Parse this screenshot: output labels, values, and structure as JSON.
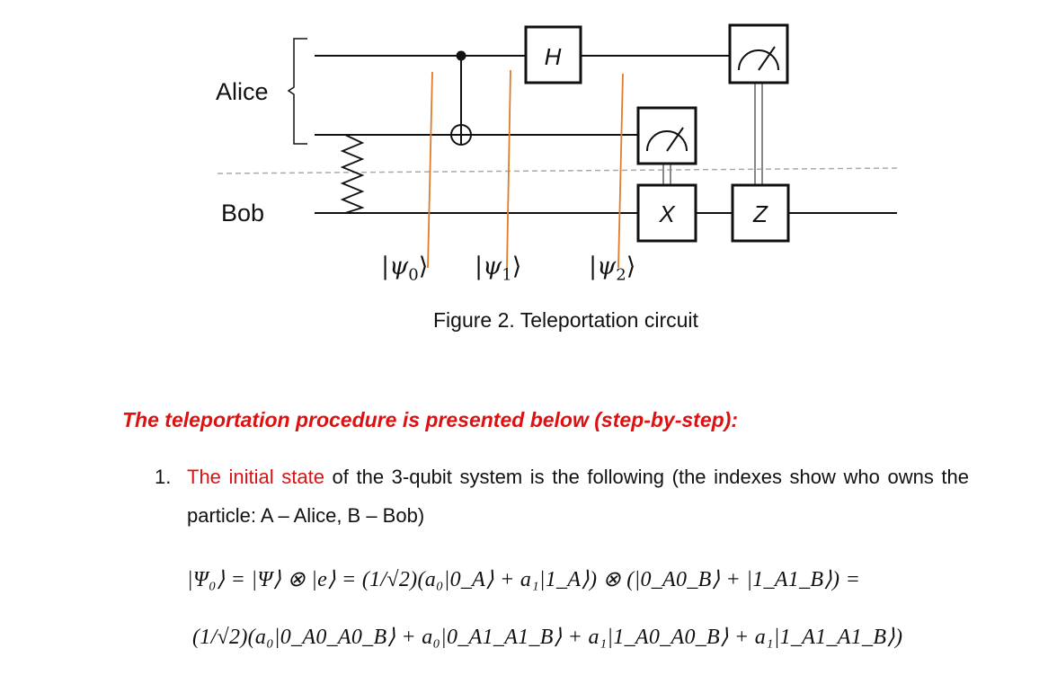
{
  "circuit": {
    "labels": {
      "alice": "Alice",
      "bob": "Bob"
    },
    "gates": {
      "h": "H",
      "x": "X",
      "z": "Z"
    },
    "states": [
      {
        "symbol": "ψ",
        "index": "0"
      },
      {
        "symbol": "ψ",
        "index": "1"
      },
      {
        "symbol": "ψ",
        "index": "2"
      }
    ],
    "colors": {
      "wire": "#111111",
      "state_marker": "#e07b2a",
      "divider": "#999999"
    }
  },
  "figure": {
    "caption": "Figure 2. Teleportation circuit"
  },
  "section": {
    "heading": "The teleportation procedure is presented below (step-by-step):",
    "steps": [
      {
        "number": "1.",
        "highlight": "The initial state",
        "text": " of the 3-qubit system is the following (the indexes show who owns the particle: A – Alice, B – Bob)"
      }
    ]
  },
  "equations": {
    "line1": "|Ψ₀⟩ = |Ψ⟩ ⊗ |e⟩ = (1/√2)(a₀|0_A⟩ + a₁|1_A⟩) ⊗ (|0_A0_B⟩ + |1_A1_B⟩) =",
    "line2": "(1/√2)(a₀|0_A0_A0_B⟩ + a₀|0_A1_A1_B⟩ + a₁|1_A0_A0_B⟩ + a₁|1_A1_A1_B⟩)"
  }
}
